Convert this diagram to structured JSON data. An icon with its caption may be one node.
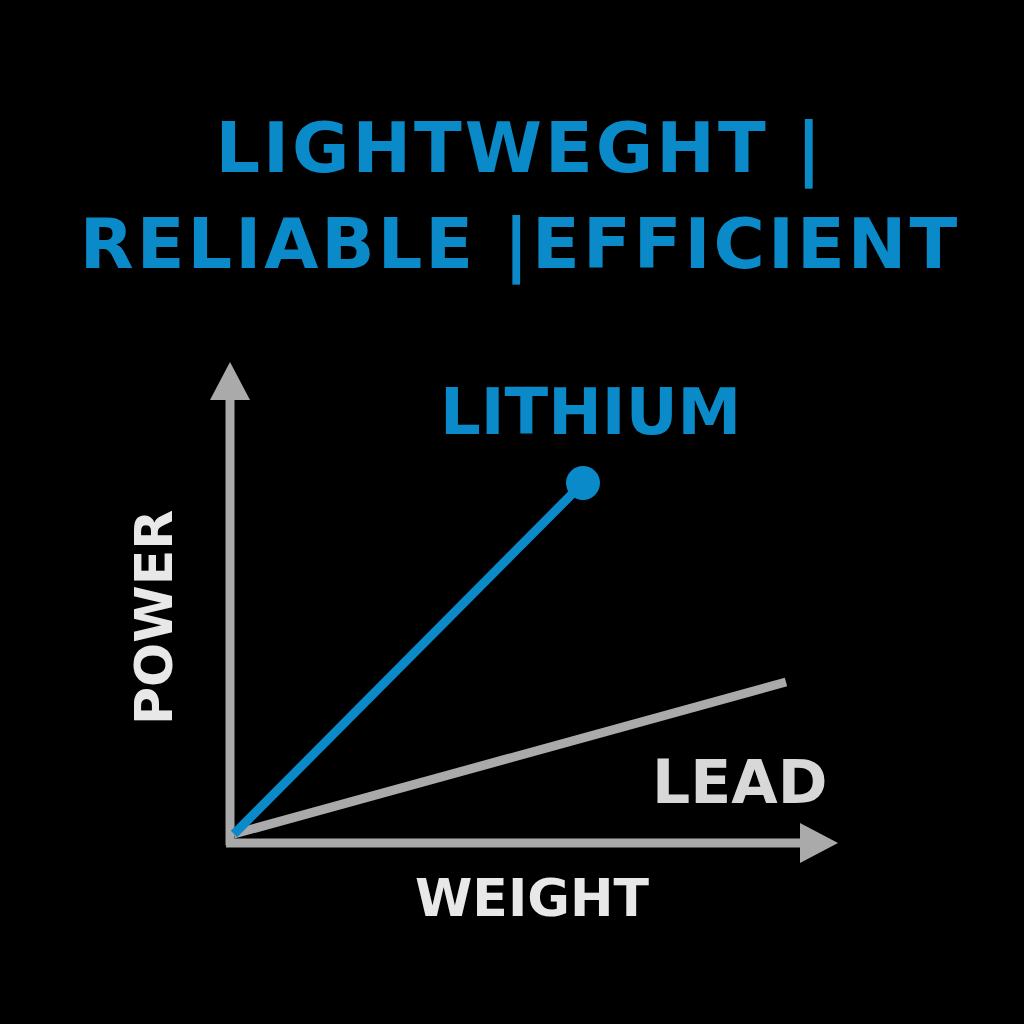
{
  "diagram": {
    "title": "LIGHTWEGHT | RELIABLE |EFFICIENT",
    "labels": [
      "LITHIUM",
      "POWER",
      "LEAD",
      "WEIGHT"
    ]
  }
}
